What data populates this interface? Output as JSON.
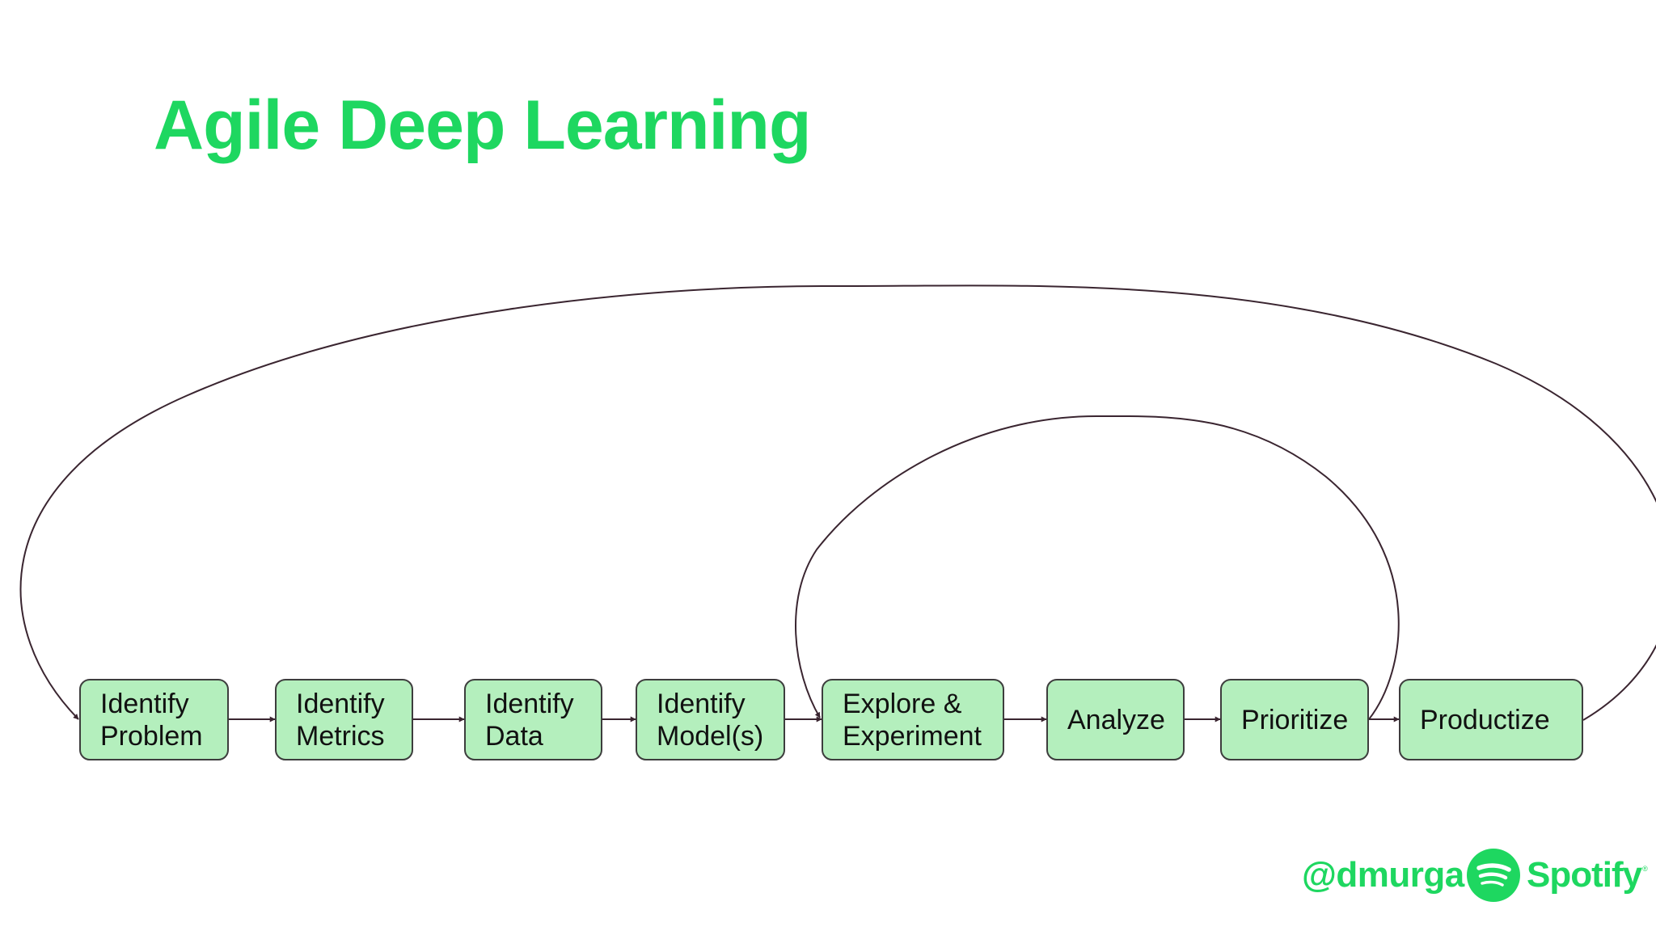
{
  "title": "Agile Deep Learning",
  "colors": {
    "accent": "#1ed760",
    "box_fill": "#b4efbd",
    "box_border": "#3d3d3d",
    "connector": "#3a2530"
  },
  "steps": [
    {
      "label": "Identify\nProblem"
    },
    {
      "label": "Identify\nMetrics"
    },
    {
      "label": "Identify\nData"
    },
    {
      "label": "Identify\nModel(s)"
    },
    {
      "label": "Explore &\nExperiment"
    },
    {
      "label": "Analyze"
    },
    {
      "label": "Prioritize"
    },
    {
      "label": "Productize"
    }
  ],
  "footer": {
    "handle": "@dmurga",
    "brand": "Spotify",
    "brand_mark": "®",
    "brand_icon": "spotify-logo-icon"
  }
}
